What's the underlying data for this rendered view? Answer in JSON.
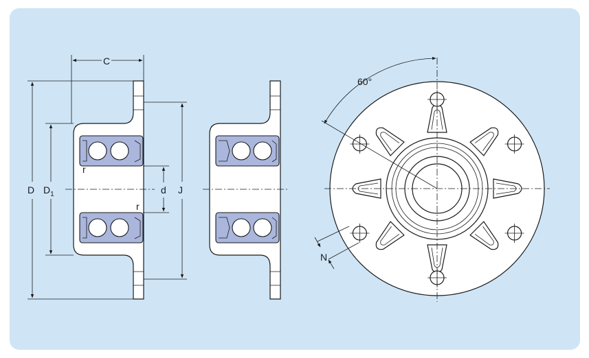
{
  "figure": {
    "panel_color": "#cfe5f6",
    "bearing_color": "#aab6dc",
    "labels": {
      "C": "C",
      "D": "D",
      "D1_main": "D",
      "D1_sub": "1",
      "d": "d",
      "J": "J",
      "r_top": "r",
      "r_bottom": "r",
      "angle": "60°",
      "N": "N"
    }
  }
}
